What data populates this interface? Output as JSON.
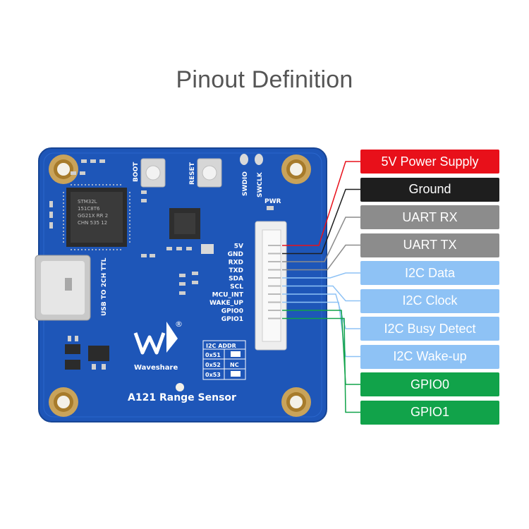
{
  "page": {
    "title": "Pinout Definition"
  },
  "board": {
    "name": "A121 Range Sensor",
    "brand": "Waveshare",
    "usb_label": "USB TO 2CH TTL",
    "boot_label": "BOOT",
    "reset_label": "RESET",
    "swdio_label": "SWDIO",
    "swclk_label": "SWCLK",
    "pwr_label": "PWR",
    "chip_marking": [
      "STM32L",
      "151C8T6",
      "GG21X RR 2",
      "CHN 535 12"
    ],
    "i2c_table": {
      "header": "I2C ADDR",
      "rows": [
        {
          "addr": "0x51",
          "setting": ""
        },
        {
          "addr": "0x52",
          "setting": "NC"
        },
        {
          "addr": "0x53",
          "setting": ""
        }
      ]
    },
    "pins": [
      "5V",
      "GND",
      "RXD",
      "TXD",
      "SDA",
      "SCL",
      "MCU_INT",
      "WAKE_UP",
      "GPIO0",
      "GPIO1"
    ]
  },
  "pinout": [
    {
      "label": "5V Power Supply",
      "color": "#e8101a"
    },
    {
      "label": "Ground",
      "color": "#1e1e1e"
    },
    {
      "label": "UART RX",
      "color": "#8c8c8c"
    },
    {
      "label": "UART TX",
      "color": "#8c8c8c"
    },
    {
      "label": "I2C Data",
      "color": "#8ec2f5"
    },
    {
      "label": "I2C Clock",
      "color": "#8ec2f5"
    },
    {
      "label": "I2C Busy Detect",
      "color": "#8ec2f5"
    },
    {
      "label": "I2C Wake-up",
      "color": "#8ec2f5"
    },
    {
      "label": "GPIO0",
      "color": "#11a34a"
    },
    {
      "label": "GPIO1",
      "color": "#11a34a"
    }
  ]
}
